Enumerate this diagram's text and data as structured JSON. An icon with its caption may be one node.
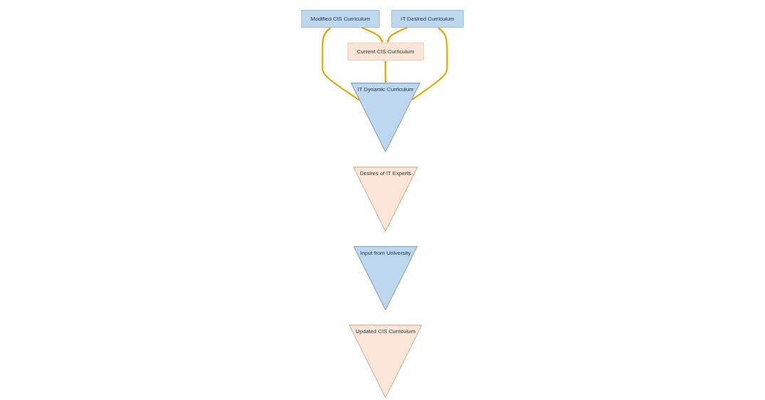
{
  "diagram": {
    "nodes": [
      {
        "text": [
          "Modified CIS Curriculum"
        ]
      },
      {
        "text": [
          "Current CIS Curriculum"
        ]
      },
      {
        "text": [
          "IT Desired Curriculum"
        ]
      },
      {
        "text": [
          "IT Dynamic Curriculum"
        ]
      },
      {
        "text": [
          "Desires of IT Experts"
        ]
      },
      {
        "text": [
          "Input from University"
        ]
      },
      {
        "text": [
          "Updated CIS Curriculum"
        ]
      }
    ],
    "edges": [
      {
        "from": 0,
        "to": 1,
        "arrow": "to"
      },
      {
        "from": 2,
        "to": 1,
        "arrow": "to"
      },
      {
        "from": 0,
        "to": 3,
        "arrow": "both"
      },
      {
        "from": 1,
        "to": 3,
        "arrow": "both"
      },
      {
        "from": 2,
        "to": 3,
        "arrow": "both"
      }
    ]
  }
}
